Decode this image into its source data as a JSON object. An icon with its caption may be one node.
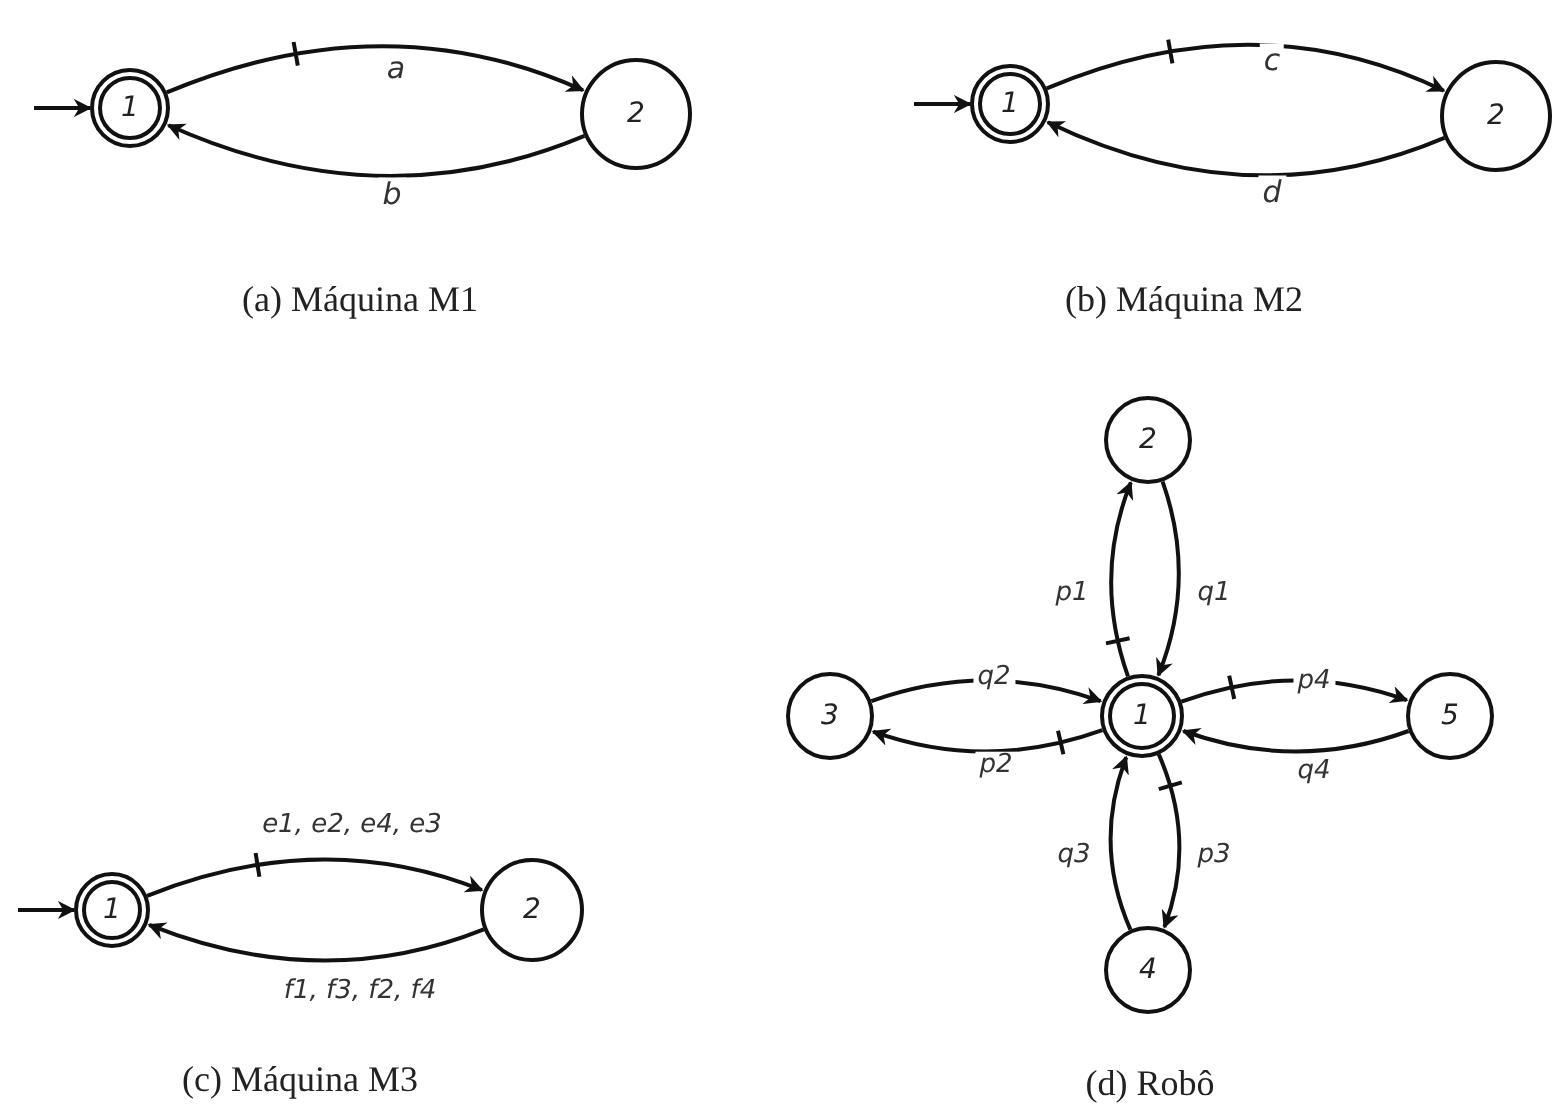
{
  "diagram": {
    "nodes": [
      {
        "text": [
          "1"
        ]
      },
      {
        "text": [
          "2"
        ]
      },
      {
        "text": [
          "1"
        ]
      },
      {
        "text": [
          "2"
        ]
      },
      {
        "text": [
          "1"
        ]
      },
      {
        "text": [
          "2"
        ]
      },
      {
        "text": [
          "2"
        ]
      },
      {
        "text": [
          "3"
        ]
      },
      {
        "text": [
          "1"
        ]
      },
      {
        "text": [
          "5"
        ]
      },
      {
        "text": [
          "4"
        ]
      }
    ],
    "edges": [
      {
        "from": null,
        "to": 0,
        "arrow": "to"
      },
      {
        "from": 0,
        "to": 1,
        "arrow": "to",
        "label": "a"
      },
      {
        "from": 1,
        "to": 0,
        "arrow": "to",
        "label": "b"
      },
      {
        "from": null,
        "to": 2,
        "arrow": "to"
      },
      {
        "from": 2,
        "to": 3,
        "arrow": "to",
        "label": "c"
      },
      {
        "from": 3,
        "to": 2,
        "arrow": "to",
        "label": "d"
      },
      {
        "from": null,
        "to": 4,
        "arrow": "to"
      },
      {
        "from": 4,
        "to": 5,
        "arrow": "to",
        "label": "e1, e2, e4, e3"
      },
      {
        "from": 5,
        "to": 4,
        "arrow": "to",
        "label": "f1, f3, f2, f4"
      },
      {
        "from": 8,
        "to": 6,
        "arrow": "to",
        "label": "p1"
      },
      {
        "from": 6,
        "to": 8,
        "arrow": "to",
        "label": "q1"
      },
      {
        "from": 7,
        "to": 8,
        "arrow": "to",
        "label": "q2"
      },
      {
        "from": 8,
        "to": 7,
        "arrow": "to",
        "label": "p2"
      },
      {
        "from": 8,
        "to": 9,
        "arrow": "to",
        "label": "p4"
      },
      {
        "from": 9,
        "to": 8,
        "arrow": "to",
        "label": "q4"
      },
      {
        "from": 8,
        "to": 10,
        "arrow": "to",
        "label": "p3"
      },
      {
        "from": 10,
        "to": 8,
        "arrow": "to",
        "label": "q3"
      }
    ],
    "labels": [
      "(a) Máquina M1",
      "(b) Máquina M2",
      "(c) Máquina M3",
      "(d) Robô"
    ]
  }
}
